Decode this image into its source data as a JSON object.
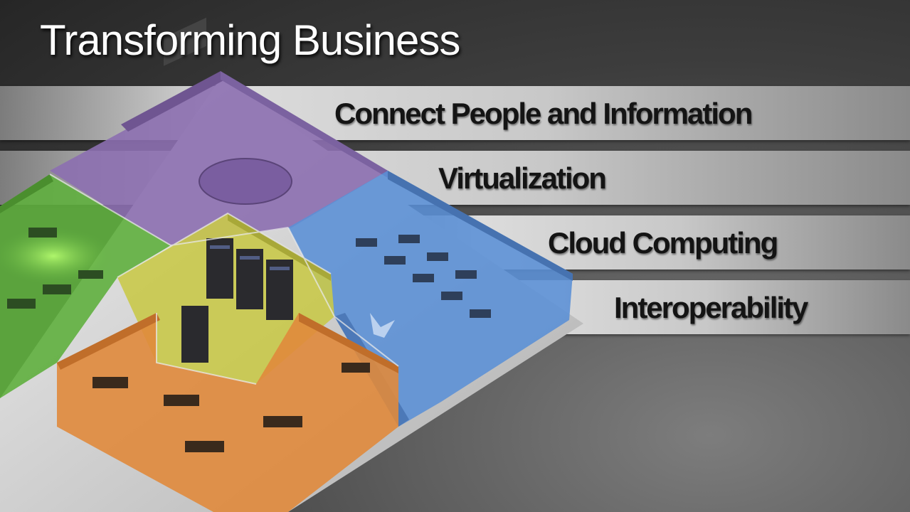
{
  "slide": {
    "title": "Transforming Business",
    "bands": [
      {
        "label": "Connect People and Information"
      },
      {
        "label": "Virtualization"
      },
      {
        "label": "Cloud Computing"
      },
      {
        "label": "Interoperability"
      }
    ]
  },
  "illustration": {
    "description_icon": "isometric-office-floorplan-icon",
    "zone_colors": {
      "meeting_room": "#8c6fb0",
      "open_office": "#5a8fd6",
      "workstations_green": "#5faf3e",
      "server_room": "#c9c94a",
      "workstations_orange": "#e08a3c"
    }
  }
}
